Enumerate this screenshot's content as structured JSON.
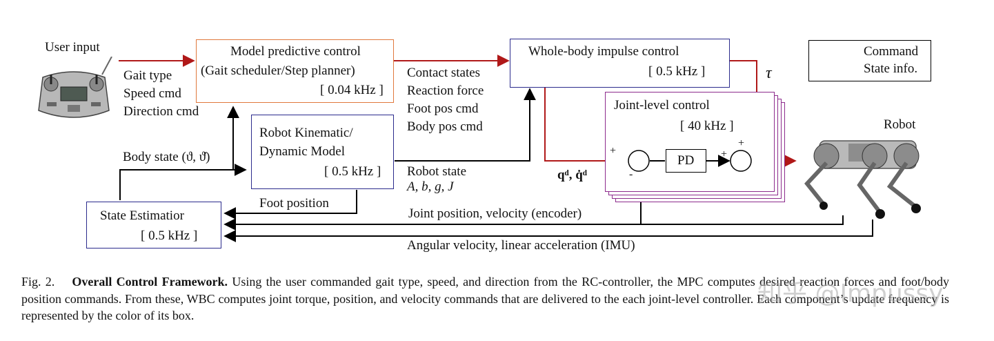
{
  "user_input": {
    "title": "User input",
    "outputs": [
      "Gait type",
      "Speed cmd",
      "Direction cmd"
    ]
  },
  "mpc": {
    "title": "Model predictive control",
    "subtitle": "(Gait scheduler/Step planner)",
    "rate": "[ 0.04 kHz ]",
    "outputs": [
      "Contact states",
      "Reaction force",
      "Foot pos cmd",
      "Body pos cmd"
    ]
  },
  "wbic": {
    "title": "Whole-body impulse control",
    "rate": "[ 0.5 kHz ]"
  },
  "joint_level": {
    "title": "Joint-level control",
    "rate": "[ 40 kHz ]",
    "pd": "PD"
  },
  "model": {
    "line1": "Robot Kinematic/",
    "line2": "Dynamic Model",
    "rate": "[ 0.5 kHz ]"
  },
  "estimator": {
    "title": "State Estimatior",
    "rate": "[ 0.5 kHz ]"
  },
  "signals": {
    "body_state": "Body state (ϑ, ϑ̇)",
    "robot_state": "Robot state",
    "robot_state_vars": "A, b, g, J",
    "foot_position": "Foot position",
    "joint_feedback": "Joint position, velocity (encoder)",
    "imu_feedback": "Angular velocity, linear acceleration (IMU)",
    "tau": "τ",
    "qd": "qᵈ, q̇ᵈ",
    "plus1": "+",
    "minus1": "-",
    "plus2": "+",
    "plus3": "+"
  },
  "robot_label": "Robot",
  "legend": {
    "command": "Command",
    "state": "State info."
  },
  "colors": {
    "command": "#b01818",
    "state": "#000000",
    "mpc_box": "#e0783c",
    "blue_box": "#2a2a8c",
    "joint_box": "#8c2a8c"
  },
  "caption": {
    "label": "Fig. 2.",
    "title": "Overall Control Framework.",
    "text": "Using the user commanded gait type, speed, and direction from the RC-controller, the MPC computes desired reaction forces and foot/body position commands. From these, WBC computes joint torque, position, and velocity commands that are delivered to the each joint-level controller. Each component’s update frequency is represented by the color of its box."
  },
  "watermark": "知乎 @Impussy"
}
